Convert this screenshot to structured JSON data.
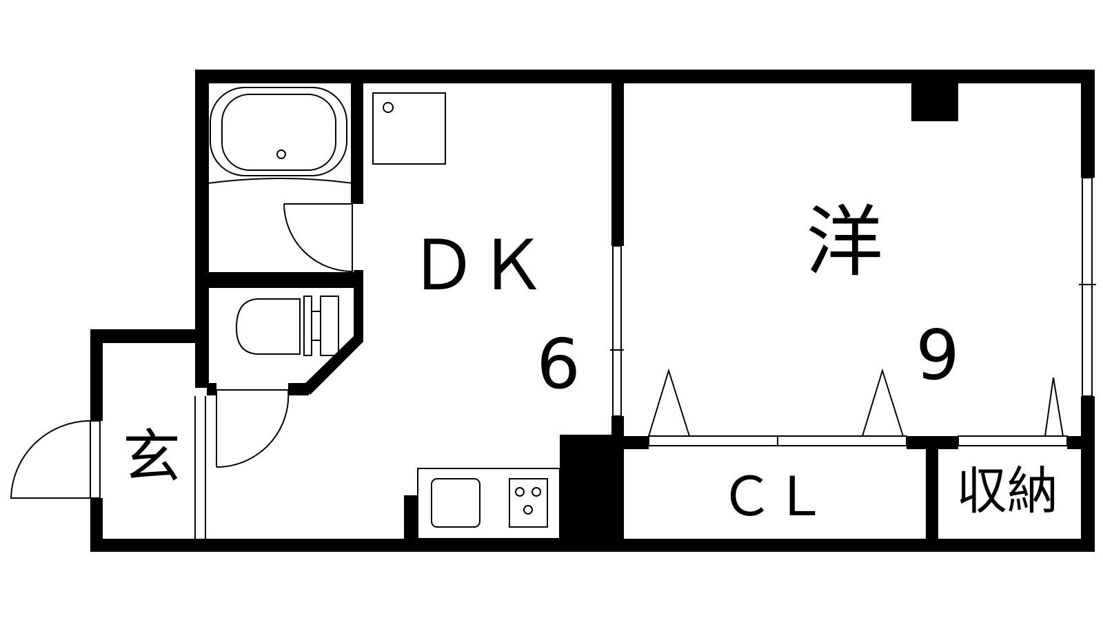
{
  "rooms": {
    "dk": {
      "name": "ＤＫ",
      "size": "6"
    },
    "western": {
      "name": "洋",
      "size": "9"
    },
    "entrance": {
      "name": "玄"
    },
    "closet": {
      "name": "ＣＬ"
    },
    "storage": {
      "name": "収納"
    }
  },
  "colors": {
    "wall": "#000000",
    "line": "#000000",
    "background": "#ffffff"
  }
}
